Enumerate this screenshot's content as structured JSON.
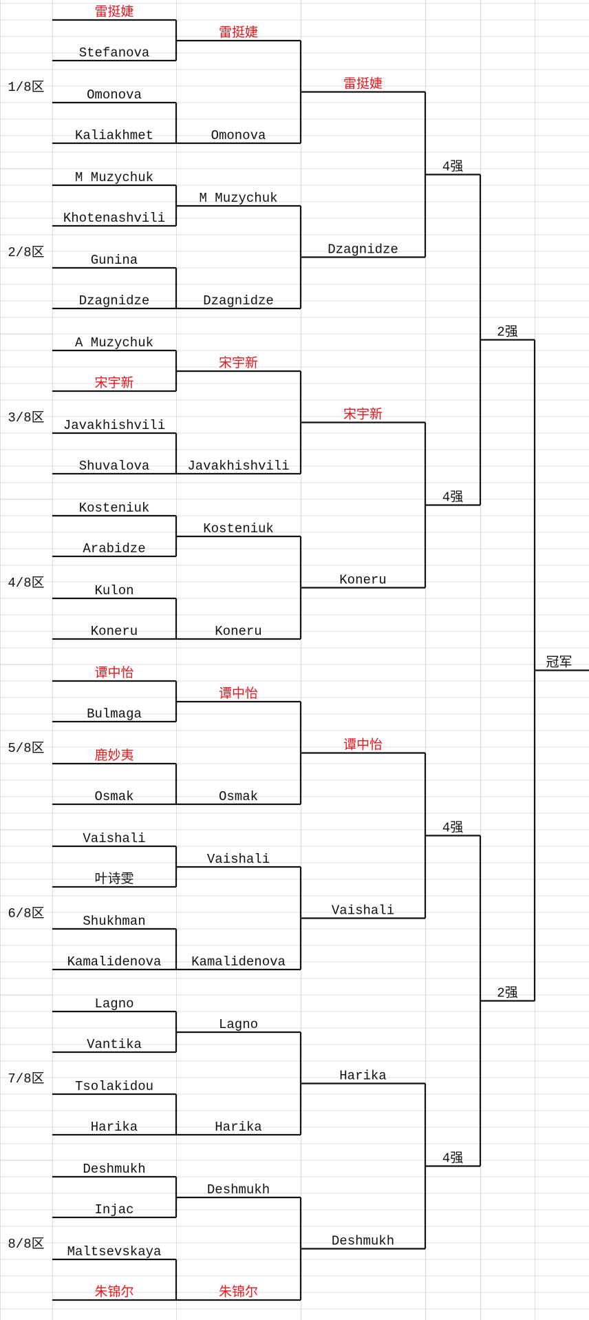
{
  "zones": [
    "1/8区",
    "2/8区",
    "3/8区",
    "4/8区",
    "5/8区",
    "6/8区",
    "7/8区",
    "8/8区"
  ],
  "accent_color": "#e8161b",
  "round1": [
    {
      "top": {
        "name": "雷挺婕",
        "highlight": true
      },
      "bottom": {
        "name": "Stefanova",
        "highlight": false
      }
    },
    {
      "top": {
        "name": "Omonova",
        "highlight": false
      },
      "bottom": {
        "name": "Kaliakhmet",
        "highlight": false
      }
    },
    {
      "top": {
        "name": "M Muzychuk",
        "highlight": false
      },
      "bottom": {
        "name": "Khotenashvili",
        "highlight": false
      }
    },
    {
      "top": {
        "name": "Gunina",
        "highlight": false
      },
      "bottom": {
        "name": "Dzagnidze",
        "highlight": false
      }
    },
    {
      "top": {
        "name": "A Muzychuk",
        "highlight": false
      },
      "bottom": {
        "name": "宋宇新",
        "highlight": true
      }
    },
    {
      "top": {
        "name": "Javakhishvili",
        "highlight": false
      },
      "bottom": {
        "name": "Shuvalova",
        "highlight": false
      }
    },
    {
      "top": {
        "name": "Kosteniuk",
        "highlight": false
      },
      "bottom": {
        "name": "Arabidze",
        "highlight": false
      }
    },
    {
      "top": {
        "name": "Kulon",
        "highlight": false
      },
      "bottom": {
        "name": "Koneru",
        "highlight": false
      }
    },
    {
      "top": {
        "name": "谭中怡",
        "highlight": true
      },
      "bottom": {
        "name": "Bulmaga",
        "highlight": false
      }
    },
    {
      "top": {
        "name": "鹿妙夷",
        "highlight": true
      },
      "bottom": {
        "name": "Osmak",
        "highlight": false
      }
    },
    {
      "top": {
        "name": "Vaishali",
        "highlight": false
      },
      "bottom": {
        "name": "叶诗雯",
        "highlight": false
      }
    },
    {
      "top": {
        "name": "Shukhman",
        "highlight": false
      },
      "bottom": {
        "name": "Kamalidenova",
        "highlight": false
      }
    },
    {
      "top": {
        "name": "Lagno",
        "highlight": false
      },
      "bottom": {
        "name": "Vantika",
        "highlight": false
      }
    },
    {
      "top": {
        "name": "Tsolakidou",
        "highlight": false
      },
      "bottom": {
        "name": "Harika",
        "highlight": false
      }
    },
    {
      "top": {
        "name": "Deshmukh",
        "highlight": false
      },
      "bottom": {
        "name": "Injac",
        "highlight": false
      }
    },
    {
      "top": {
        "name": "Maltsevskaya",
        "highlight": false
      },
      "bottom": {
        "name": "朱锦尔",
        "highlight": true
      }
    }
  ],
  "round2": [
    {
      "name": "雷挺婕",
      "highlight": true
    },
    {
      "name": "Omonova",
      "highlight": false
    },
    {
      "name": "M Muzychuk",
      "highlight": false
    },
    {
      "name": "Dzagnidze",
      "highlight": false
    },
    {
      "name": "宋宇新",
      "highlight": true
    },
    {
      "name": "Javakhishvili",
      "highlight": false
    },
    {
      "name": "Kosteniuk",
      "highlight": false
    },
    {
      "name": "Koneru",
      "highlight": false
    },
    {
      "name": "谭中怡",
      "highlight": true
    },
    {
      "name": "Osmak",
      "highlight": false
    },
    {
      "name": "Vaishali",
      "highlight": false
    },
    {
      "name": "Kamalidenova",
      "highlight": false
    },
    {
      "name": "Lagno",
      "highlight": false
    },
    {
      "name": "Harika",
      "highlight": false
    },
    {
      "name": "Deshmukh",
      "highlight": false
    },
    {
      "name": "朱锦尔",
      "highlight": true
    }
  ],
  "round3": [
    {
      "name": "雷挺婕",
      "highlight": true
    },
    {
      "name": "Dzagnidze",
      "highlight": false
    },
    {
      "name": "宋宇新",
      "highlight": true
    },
    {
      "name": "Koneru",
      "highlight": false
    },
    {
      "name": "谭中怡",
      "highlight": true
    },
    {
      "name": "Vaishali",
      "highlight": false
    },
    {
      "name": "Harika",
      "highlight": false
    },
    {
      "name": "Deshmukh",
      "highlight": false
    }
  ],
  "round4": [
    "4强",
    "4强",
    "4强",
    "4强"
  ],
  "round5": [
    "2强",
    "2强"
  ],
  "champion": "冠军"
}
